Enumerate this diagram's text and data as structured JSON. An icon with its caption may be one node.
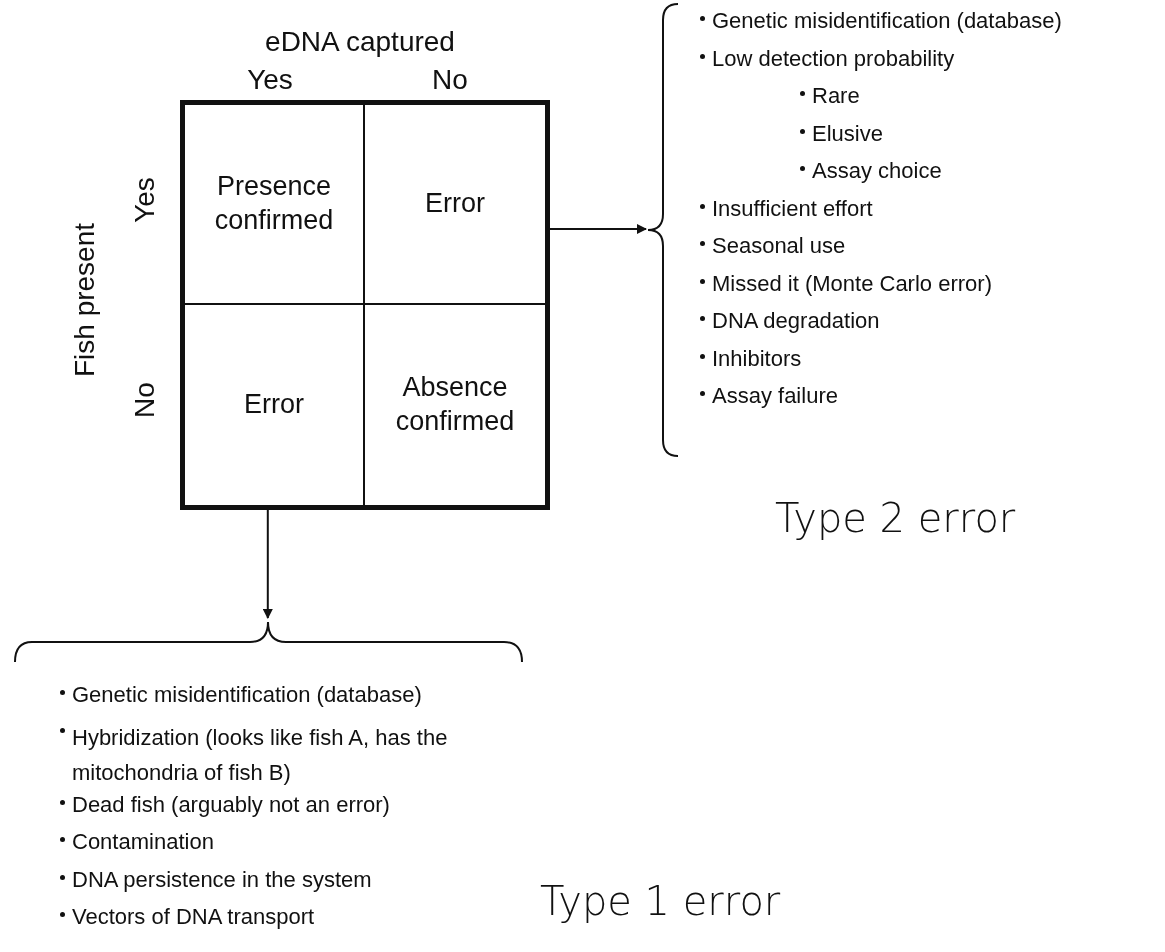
{
  "diagram": {
    "nodes": [
      {
        "text": [
          "Presence confirmed"
        ]
      },
      {
        "text": [
          "Error"
        ]
      },
      {
        "text": [
          "Error"
        ]
      },
      {
        "text": [
          "Absence confirmed"
        ]
      },
      {
        "text": [
          "Genetic misidentification (database)",
          "Low detection probability",
          "Rare",
          "Elusive",
          "Assay choice",
          "Insufficient effort",
          "Seasonal use",
          "Missed it (Monte Carlo error)",
          "DNA degradation",
          "Inhibitors",
          "Assay failure"
        ],
        "beside": [
          "Type 2 error"
        ]
      },
      {
        "text": [
          "Genetic misidentification (database)",
          "Hybridization (looks like fish A, has the mitochondria of fish B)",
          "Dead fish (arguably not an error)",
          "Contamination",
          "DNA persistence in the system",
          "Vectors of DNA transport"
        ],
        "beside": [
          "Type 1 error"
        ]
      }
    ],
    "edges": [
      {
        "from": 1,
        "to": 4,
        "arrow": "to"
      },
      {
        "from": 2,
        "to": 5,
        "arrow": "to"
      }
    ],
    "labels": [
      "eDNA captured",
      "Yes",
      "No",
      "Fish present",
      "Yes",
      "No"
    ]
  }
}
